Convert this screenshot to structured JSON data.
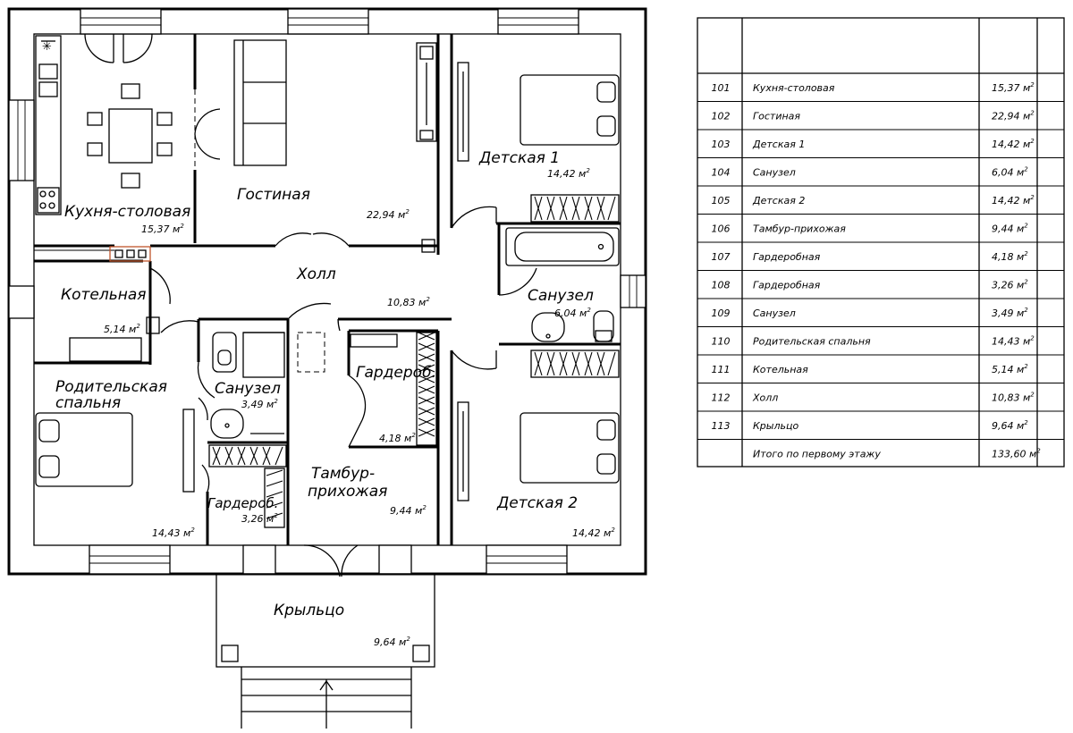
{
  "rooms": [
    {
      "name": "Кухня-столовая",
      "area": "15,37"
    },
    {
      "name": "Гостиная",
      "area": "22,94"
    },
    {
      "name": "Детская 1",
      "area": "14,42"
    },
    {
      "name": "Котельная",
      "area": "5,14"
    },
    {
      "name": "Холл",
      "area": "10,83"
    },
    {
      "name": "Санузел",
      "area": "6,04"
    },
    {
      "name": "Родительская",
      "name2": "спальня",
      "area": "14,43"
    },
    {
      "name": "Санузел",
      "area": "3,49"
    },
    {
      "name": "Гардероб.",
      "area": "4,18"
    },
    {
      "name": "Тамбур-",
      "name2": "прихожая",
      "area": "9,44"
    },
    {
      "name": "Гардероб.",
      "area": "3,26"
    },
    {
      "name": "Детская 2",
      "area": "14,42"
    },
    {
      "name": "Крыльцо",
      "area": "9,64"
    }
  ],
  "unit": "м",
  "unit_exp": "2",
  "table": {
    "rows": [
      {
        "num": "101",
        "name": "Кухня-столовая",
        "area": "15,37"
      },
      {
        "num": "102",
        "name": "Гостиная",
        "area": "22,94"
      },
      {
        "num": "103",
        "name": "Детская 1",
        "area": "14,42"
      },
      {
        "num": "104",
        "name": "Санузел",
        "area": "6,04"
      },
      {
        "num": "105",
        "name": "Детская 2",
        "area": "14,42"
      },
      {
        "num": "106",
        "name": "Тамбур-прихожая",
        "area": "9,44"
      },
      {
        "num": "107",
        "name": "Гардеробная",
        "area": "4,18"
      },
      {
        "num": "108",
        "name": "Гардеробная",
        "area": "3,26"
      },
      {
        "num": "109",
        "name": "Санузел",
        "area": "3,49"
      },
      {
        "num": "110",
        "name": "Родительская спальня",
        "area": "14,43"
      },
      {
        "num": "111",
        "name": "Котельная",
        "area": "5,14"
      },
      {
        "num": "112",
        "name": "Холл",
        "area": "10,83"
      },
      {
        "num": "113",
        "name": "Крыльцо",
        "area": "9,64"
      }
    ],
    "total_label": "Итого по первому этажу",
    "total_area": "133,60"
  }
}
